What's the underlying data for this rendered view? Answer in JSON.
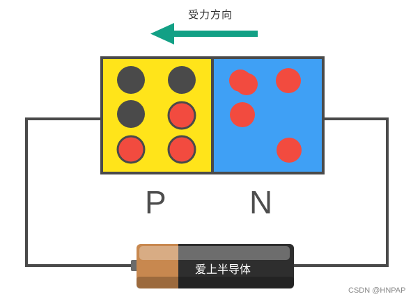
{
  "diagram": {
    "force_direction_label": "受力方向",
    "p_region_label": "P",
    "n_region_label": "N",
    "battery_label": "爱上半导体",
    "watermark": "CSDN @HNPAP",
    "arrow_direction": "left",
    "p_region": {
      "color": "#ffe41a",
      "carriers": [
        "dark",
        "dark",
        "dark",
        "red",
        "red",
        "red"
      ]
    },
    "n_region": {
      "color": "#3fa0f5",
      "carriers": [
        "red",
        "red",
        "red",
        "red"
      ]
    },
    "colors": {
      "arrow": "#12a085",
      "wire": "#4a4a4a",
      "dark_carrier": "#4a4a4a",
      "red_carrier": "#f24b3f",
      "battery_positive": "#c8884f",
      "battery_negative": "#2e2e2e"
    }
  }
}
